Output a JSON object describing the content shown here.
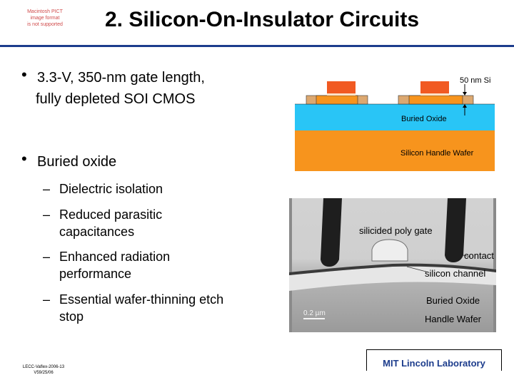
{
  "header": {
    "logo_placeholder": [
      "Macintosh PICT",
      "image format",
      "is not supported"
    ],
    "title": "2. Silicon-On-Insulator Circuits"
  },
  "bullets": [
    {
      "marker": "•",
      "lines": [
        "3.3-V, 350-nm gate length,",
        "fully depleted SOI CMOS"
      ]
    },
    {
      "marker": "•",
      "lines": [
        "Buried oxide"
      ]
    }
  ],
  "sub_bullets": [
    {
      "marker": "–",
      "lines": [
        "Dielectric isolation"
      ]
    },
    {
      "marker": "–",
      "lines": [
        "Reduced parasitic",
        "capacitances"
      ]
    },
    {
      "marker": "–",
      "lines": [
        "Enhanced radiation",
        "performance"
      ]
    },
    {
      "marker": "–",
      "lines": [
        "Essential wafer-thinning etch",
        "stop"
      ]
    }
  ],
  "cross_section": {
    "si_label": "50 nm Si",
    "oxide_label": "Buried Oxide",
    "wafer_label": "Silicon Handle Wafer",
    "colors": {
      "gate": "#f15a22",
      "body": "#f7941d",
      "si": "#dca870",
      "oxide": "#29c5f6",
      "wafer": "#f7941d"
    }
  },
  "tem": {
    "gate_label": "silicided poly gate",
    "contact_label": "contact",
    "channel_label": "silicon channel",
    "oxide_label": "Buried Oxide",
    "wafer_label": "Handle Wafer",
    "scale_label": "0.2 µm"
  },
  "footer": {
    "code_lines": [
      "LECC-Vaflex-2006-13",
      "V59/25/06"
    ],
    "lab": "MIT Lincoln Laboratory",
    "lab_color": "#1c3c8c"
  }
}
